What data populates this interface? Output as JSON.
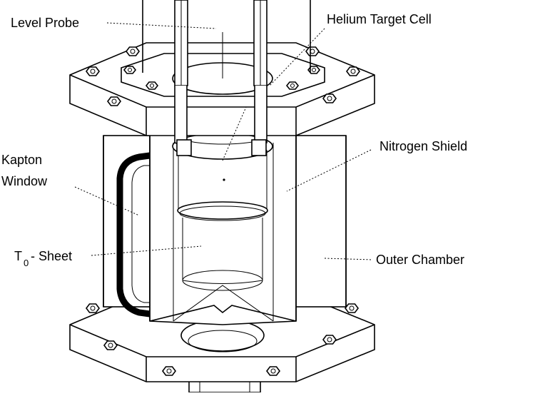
{
  "labels": {
    "level_probe": "Level Probe",
    "helium_target_cell": "Helium Target Cell",
    "kapton_line1": "Kapton",
    "kapton_line2": "Window",
    "nitrogen_shield": "Nitrogen Shield",
    "t0_main": "T",
    "t0_sub": "0",
    "t0_rest": "- Sheet",
    "outer_chamber": "Outer Chamber"
  }
}
